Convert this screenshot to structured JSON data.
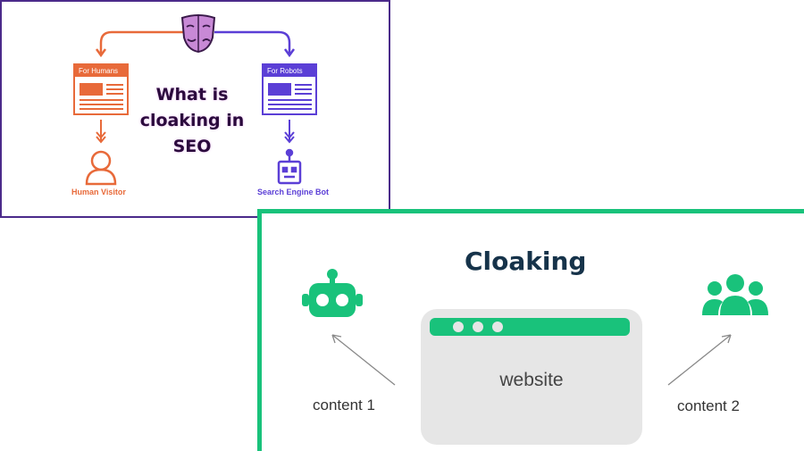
{
  "infographic": {
    "title": "What is cloaking in SEO",
    "title_lines": [
      "What is",
      "cloaking in",
      "SEO"
    ],
    "left_card_header": "For Humans",
    "right_card_header": "For Robots",
    "left_caption": "Human Visitor",
    "right_caption": "Search Engine Bot",
    "colors": {
      "human": "#e86a3a",
      "robot": "#5b3fd6",
      "mask": "#8a3b8f",
      "border": "#4b2a8a"
    },
    "icons": [
      "theater-mask-icon",
      "document-icon",
      "person-icon",
      "robot-icon",
      "arrow-down-icon"
    ]
  },
  "cloaking": {
    "title": "Cloaking",
    "website_label": "website",
    "left_label": "content 1",
    "right_label": "content 2",
    "colors": {
      "accent": "#19c27b",
      "title": "#16334a",
      "browser": "#e6e6e6"
    },
    "icons": [
      "robot-icon",
      "users-group-icon",
      "browser-icon"
    ]
  }
}
